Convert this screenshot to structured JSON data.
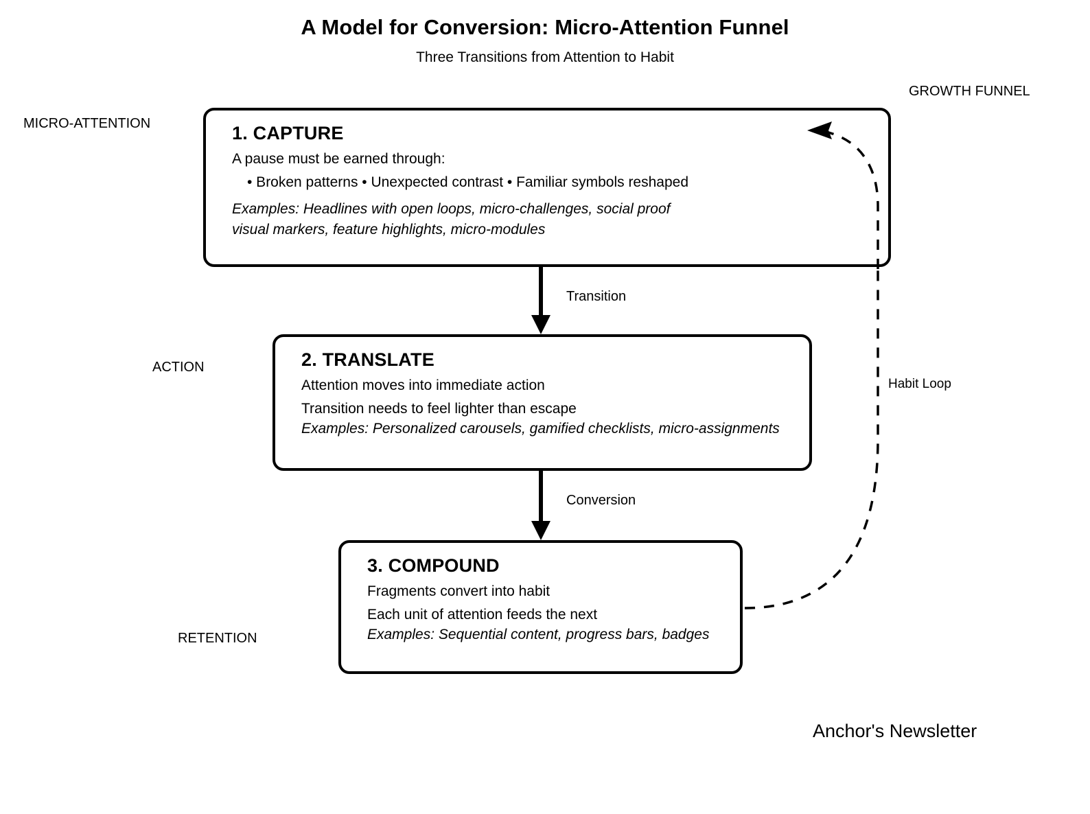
{
  "header": {
    "title": "A Model for Conversion: Micro-Attention Funnel",
    "subtitle": "Three Transitions from Attention to Habit"
  },
  "lanes": {
    "micro_attention": "MICRO-ATTENTION",
    "action": "ACTION",
    "retention": "RETENTION",
    "growth_funnel": "GROWTH FUNNEL"
  },
  "stages": [
    {
      "heading": "1. CAPTURE",
      "lead": "A pause must be earned through:",
      "bullets": "• Broken patterns • Unexpected contrast • Familiar symbols reshaped",
      "examples_line_1": "Examples: Headlines with open loops, micro-challenges, social proof",
      "examples_line_2": "visual markers, feature highlights, micro-modules"
    },
    {
      "heading": "2. TRANSLATE",
      "lead": "Attention moves into immediate action",
      "secondary": "Transition needs to feel lighter than escape",
      "examples": "Examples: Personalized carousels, gamified checklists, micro-assignments"
    },
    {
      "heading": "3. COMPOUND",
      "lead": "Fragments convert into habit",
      "secondary": "Each unit of attention feeds the next",
      "examples": "Examples: Sequential content, progress bars, badges"
    }
  ],
  "connectors": {
    "transition": "Transition",
    "conversion": "Conversion",
    "habit_loop": "Habit Loop"
  },
  "footer": {
    "brand": "Anchor's Newsletter"
  },
  "colors": {
    "background": "#ffffff",
    "stroke": "#000000",
    "text": "#000000"
  }
}
